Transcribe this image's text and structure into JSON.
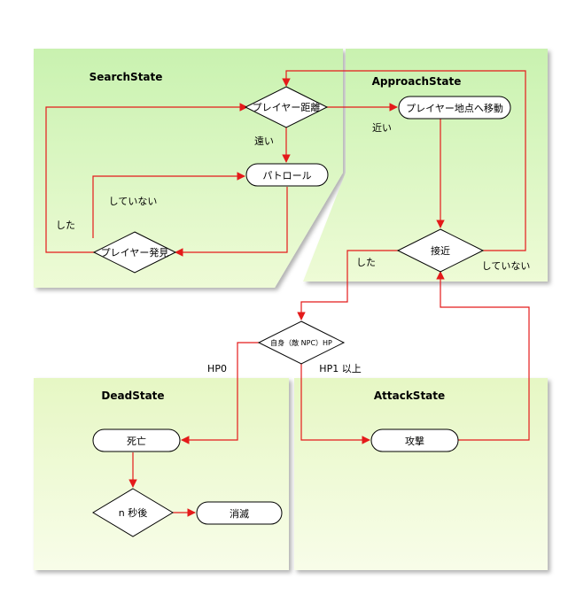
{
  "states": {
    "search": "SearchState",
    "approach": "ApproachState",
    "dead": "DeadState",
    "attack": "AttackState"
  },
  "nodes": {
    "player_distance": "プレイヤー距離",
    "patrol": "パトロール",
    "player_found": "プレイヤー発見",
    "move_to_player": "プレイヤー地点へ移動",
    "approach_check": "接近",
    "self_hp": "自身（敵 NPC）HP",
    "death": "死亡",
    "n_seconds_later": "n 秒後",
    "disappear": "消滅",
    "attack": "攻撃"
  },
  "edge_labels": {
    "far": "遠い",
    "near": "近い",
    "not_found": "していない",
    "found": "した",
    "approached": "した",
    "not_approached": "していない",
    "hp0": "HP0",
    "hp1_or_more": "HP1 以上"
  },
  "colors": {
    "panel_top": "#cff5b6",
    "panel_bottom": "#f3fbd9",
    "arrow": "#e41a1a",
    "node_stroke": "#000000"
  }
}
